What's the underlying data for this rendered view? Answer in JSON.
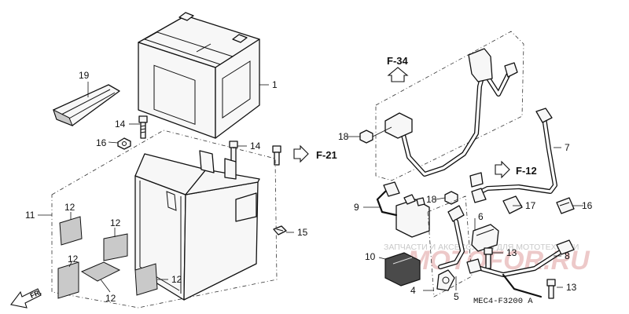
{
  "callouts": {
    "c1": "1",
    "c4": "4",
    "c5": "5",
    "c6": "6",
    "c7": "7",
    "c8": "8",
    "c9": "9",
    "c10": "10",
    "c11": "11",
    "c12a": "12",
    "c12b": "12",
    "c12c": "12",
    "c12d": "12",
    "c12e": "12",
    "c13a": "13",
    "c13b": "13",
    "c14a": "14",
    "c14b": "14",
    "c15": "15",
    "c16a": "16",
    "c16b": "16",
    "c17": "17",
    "c18a": "18",
    "c18b": "18",
    "c19": "19"
  },
  "references": {
    "f34": "F-34",
    "f21": "F-21",
    "f12": "F-12"
  },
  "front_label": "FR.",
  "diagram_code": "MEC4-F3200 A",
  "watermark": {
    "text": "ЗАПЧАСТИ И АКСЕССУАРЫ ДЛЯ МОТОТЕХНИКИ",
    "logo": "MOTOFOR.RU"
  },
  "colors": {
    "line": "#111111",
    "watermark_text": "#c9c9c9",
    "watermark_logo": "#e7b8b8"
  }
}
